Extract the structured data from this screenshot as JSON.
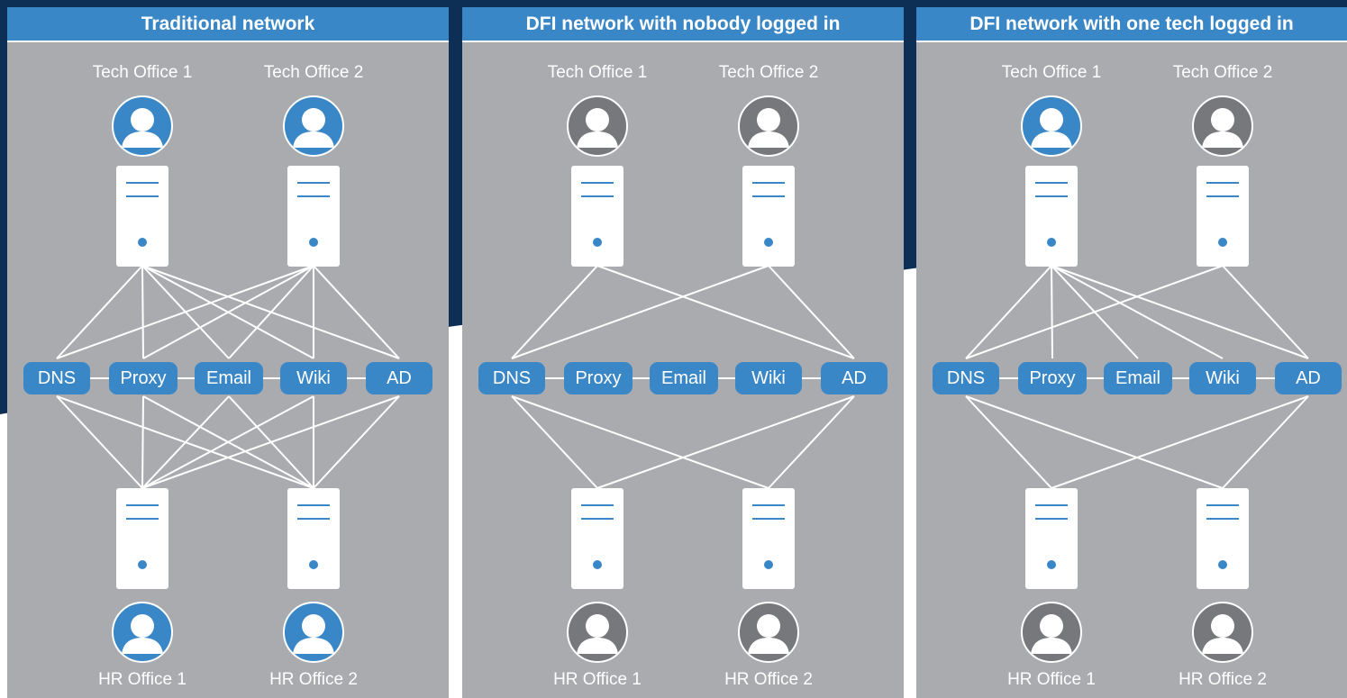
{
  "colors": {
    "background_navy": "#0e2f55",
    "panel_gray": "#a9abae",
    "accent_blue": "#3a87c8",
    "logged_out_gray": "#77787b",
    "line_white": "#ffffff"
  },
  "panels": [
    {
      "title": "Traditional network",
      "tech_offices": [
        {
          "label": "Tech Office 1",
          "status": "logged-in"
        },
        {
          "label": "Tech Office 2",
          "status": "logged-in"
        }
      ],
      "hr_offices": [
        {
          "label": "HR Office 1",
          "status": "logged-in"
        },
        {
          "label": "HR Office 2",
          "status": "logged-in"
        }
      ],
      "services": [
        "DNS",
        "Proxy",
        "Email",
        "Wiki",
        "AD"
      ],
      "top_links": [
        [
          "T1",
          "DNS"
        ],
        [
          "T1",
          "Proxy"
        ],
        [
          "T1",
          "Email"
        ],
        [
          "T1",
          "Wiki"
        ],
        [
          "T1",
          "AD"
        ],
        [
          "T2",
          "DNS"
        ],
        [
          "T2",
          "Proxy"
        ],
        [
          "T2",
          "Email"
        ],
        [
          "T2",
          "Wiki"
        ],
        [
          "T2",
          "AD"
        ]
      ],
      "bottom_links": [
        [
          "H1",
          "DNS"
        ],
        [
          "H1",
          "Proxy"
        ],
        [
          "H1",
          "Email"
        ],
        [
          "H1",
          "Wiki"
        ],
        [
          "H1",
          "AD"
        ],
        [
          "H2",
          "DNS"
        ],
        [
          "H2",
          "Proxy"
        ],
        [
          "H2",
          "Email"
        ],
        [
          "H2",
          "Wiki"
        ],
        [
          "H2",
          "AD"
        ]
      ]
    },
    {
      "title": "DFI network with nobody logged in",
      "tech_offices": [
        {
          "label": "Tech Office 1",
          "status": "logged-out"
        },
        {
          "label": "Tech Office 2",
          "status": "logged-out"
        }
      ],
      "hr_offices": [
        {
          "label": "HR Office 1",
          "status": "logged-out"
        },
        {
          "label": "HR Office 2",
          "status": "logged-out"
        }
      ],
      "services": [
        "DNS",
        "Proxy",
        "Email",
        "Wiki",
        "AD"
      ],
      "top_links": [
        [
          "T1",
          "DNS"
        ],
        [
          "T1",
          "AD"
        ],
        [
          "T2",
          "DNS"
        ],
        [
          "T2",
          "AD"
        ]
      ],
      "bottom_links": [
        [
          "H1",
          "DNS"
        ],
        [
          "H1",
          "AD"
        ],
        [
          "H2",
          "DNS"
        ],
        [
          "H2",
          "AD"
        ]
      ]
    },
    {
      "title": "DFI network with one tech logged in",
      "tech_offices": [
        {
          "label": "Tech Office 1",
          "status": "logged-in"
        },
        {
          "label": "Tech Office 2",
          "status": "logged-out"
        }
      ],
      "hr_offices": [
        {
          "label": "HR Office 1",
          "status": "logged-out"
        },
        {
          "label": "HR Office 2",
          "status": "logged-out"
        }
      ],
      "services": [
        "DNS",
        "Proxy",
        "Email",
        "Wiki",
        "AD"
      ],
      "top_links": [
        [
          "T1",
          "DNS"
        ],
        [
          "T1",
          "Proxy"
        ],
        [
          "T1",
          "Email"
        ],
        [
          "T1",
          "Wiki"
        ],
        [
          "T1",
          "AD"
        ],
        [
          "T2",
          "DNS"
        ],
        [
          "T2",
          "AD"
        ]
      ],
      "bottom_links": [
        [
          "H1",
          "DNS"
        ],
        [
          "H1",
          "AD"
        ],
        [
          "H2",
          "DNS"
        ],
        [
          "H2",
          "AD"
        ]
      ]
    }
  ]
}
